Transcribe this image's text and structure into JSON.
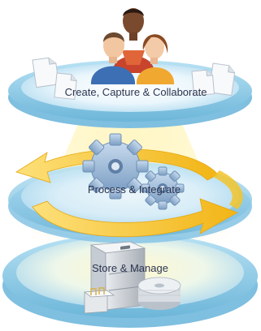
{
  "tiers": {
    "top_label": "Create, Capture & Collaborate",
    "middle_label": "Process & Integrate",
    "bottom_label": "Store & Manage"
  },
  "icons": {
    "top": [
      "people-group-icon",
      "document-icon"
    ],
    "middle": [
      "gear-icon",
      "cycle-arrow-icon"
    ],
    "bottom": [
      "file-cabinet-icon",
      "disc-stack-icon"
    ]
  },
  "colors": {
    "disc_rim": "#9fd4ec",
    "disc_face": "#dff1fa",
    "arrow_yellow": "#f6c21a",
    "gear_blue": "#8fb3d6",
    "label_text": "#2c3550"
  }
}
